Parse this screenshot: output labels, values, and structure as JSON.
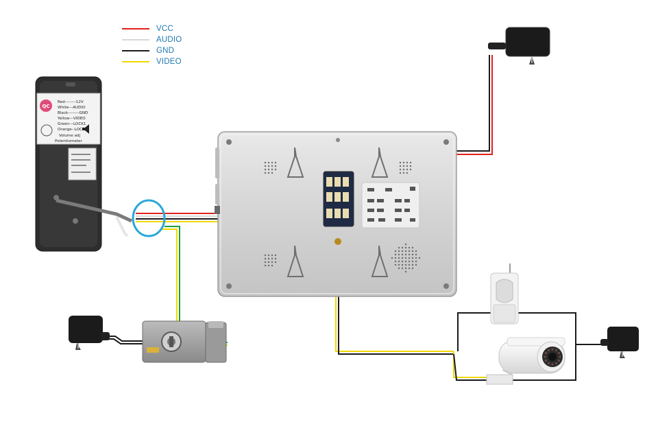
{
  "legend": {
    "items": [
      {
        "label": "VCC",
        "color": "#e0201b"
      },
      {
        "label": "AUDIO",
        "color": "#d8d8d8"
      },
      {
        "label": "GND",
        "color": "#1a1a1a"
      },
      {
        "label": "VIDEO",
        "color": "#f0d800"
      }
    ]
  },
  "outdoor_unit": {
    "label_lines": [
      "Red--------12V",
      "White---AUDIO",
      "Black--------GND",
      "Yellow---VIDEO",
      "Green---LOCK1",
      "Orange--LOCK2"
    ],
    "volume_label": "Volume adj",
    "potentiometer_label": "Potentiometer",
    "qc_badge": "QC"
  },
  "colors": {
    "wire_red": "#e0201b",
    "wire_white": "#d8d8d8",
    "wire_black": "#1a1a1a",
    "wire_yellow": "#f0d800",
    "wire_green": "#1e9e3a",
    "highlight_ring": "#2aa8d8"
  },
  "icons": {
    "adapter_top": "power-adapter-icon",
    "adapter_left": "power-adapter-icon",
    "adapter_right": "power-adapter-icon",
    "lock": "electric-lock-icon",
    "camera": "bullet-camera-icon",
    "sensor": "pir-sensor-icon",
    "monitor": "indoor-monitor-back-icon",
    "doorbell": "outdoor-doorbell-icon"
  }
}
